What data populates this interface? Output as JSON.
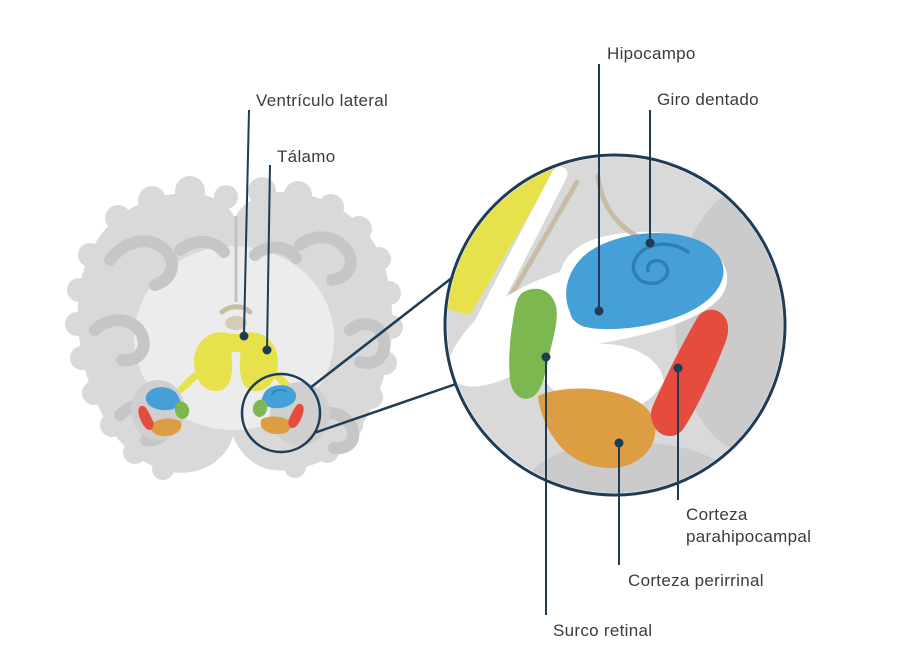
{
  "labels": {
    "ventriculo_lateral": "Ventrículo lateral",
    "talamo": "Tálamo",
    "hipocampo": "Hipocampo",
    "giro_dentado": "Giro dentado",
    "corteza_parahipocampal": "Corteza parahipocampal",
    "corteza_perirrinal": "Corteza perirrinal",
    "surco_retinal": "Surco retinal"
  },
  "colors": {
    "yellow": "#e7e24b",
    "blue": "#45a0d8",
    "blue_dark": "#2f7fb3",
    "green": "#7cb84f",
    "orange": "#dd9e43",
    "red": "#e64c3e",
    "navy": "#1e3c55",
    "tan": "#c9bca6",
    "tan_fill": "#d6cdb9",
    "gray_light": "#d9d9d9",
    "gray_mid": "#cbcbcb",
    "gray_fold": "#c6c6c6",
    "gray_inner": "#ececec",
    "white": "#ffffff"
  }
}
